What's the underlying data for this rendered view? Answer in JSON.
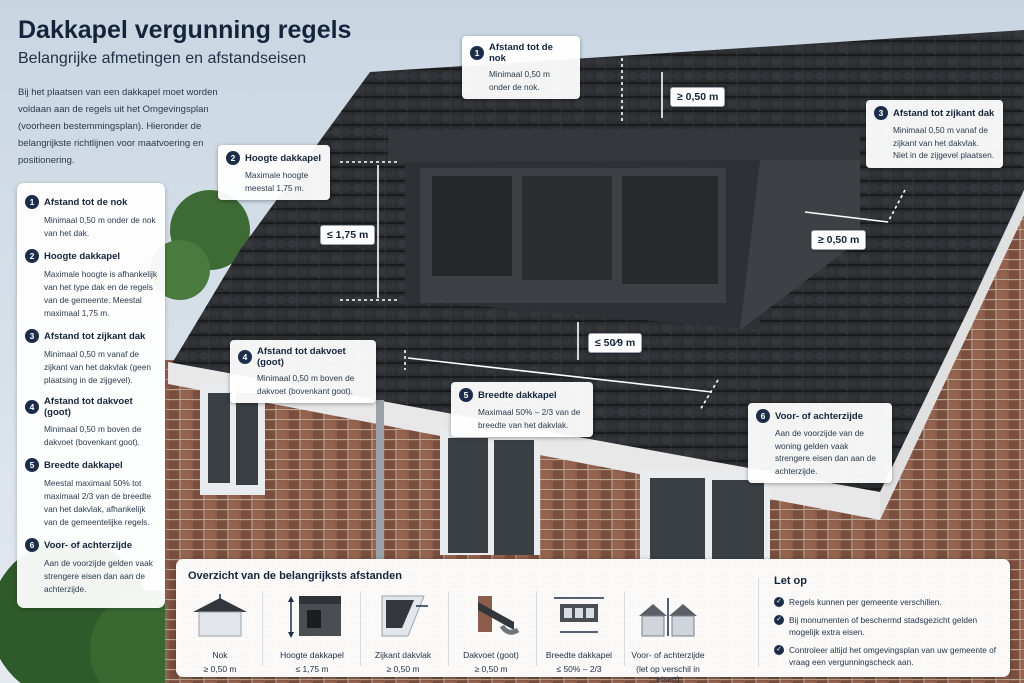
{
  "title": "Dakkapel vergunning regels",
  "subtitle": "Belangrijke afmetingen en afstandseisen",
  "intro": "Bij het plaatsen van een dakkapel moet worden voldaan aan de regels uit het Omgevingsplan (voorheen bestemmingsplan). Hieronder de belangrijkste richtlijnen voor maatvoering en positionering.",
  "side_panel": {
    "items": [
      {
        "num": "1",
        "title": "Afstand tot de nok",
        "text": "Minimaal 0,50 m onder de nok van het dak."
      },
      {
        "num": "2",
        "title": "Hoogte dakkapel",
        "text": "Maximale hoogte is afhankelijk van het type dak en de regels van de gemeente. Meestal maximaal 1,75 m."
      },
      {
        "num": "3",
        "title": "Afstand tot zijkant dak",
        "text": "Minimaal 0,50 m vanaf de zijkant van het dakvlak (geen plaatsing in de zijgevel)."
      },
      {
        "num": "4",
        "title": "Afstand tot dakvoet (goot)",
        "text": "Minimaal 0,50 m boven de dakvoet (bovenkant goot)."
      },
      {
        "num": "5",
        "title": "Breedte dakkapel",
        "text": "Meestal maximaal 50% tot maximaal 2/3 van de breedte van het dakvlak, afhankelijk van de gemeentelijke regels."
      },
      {
        "num": "6",
        "title": "Voor- of achterzijde",
        "text": "Aan de voorzijde gelden vaak strengere eisen dan aan de achterzijde."
      }
    ]
  },
  "callouts": {
    "c1": {
      "num": "1",
      "title": "Afstand tot de nok",
      "text": "Minimaal 0,50 m onder de nok."
    },
    "c2": {
      "num": "2",
      "title": "Hoogte dakkapel",
      "text": "Maximale hoogte meestal 1,75 m."
    },
    "c3": {
      "num": "3",
      "title": "Afstand tot zijkant dak",
      "text": "Minimaal 0,50 m vanaf de zijkant van het dakvlak. Niet in de zijgevel plaatsen."
    },
    "c4": {
      "num": "4",
      "title": "Afstand tot dakvoet (goot)",
      "text": "Minimaal 0,50 m boven de dakvoet (bovenkant goot)."
    },
    "c5": {
      "num": "5",
      "title": "Breedte dakkapel",
      "text": "Maximaal 50% – 2/3 van de breedte van het dakvlak."
    },
    "c6": {
      "num": "6",
      "title": "Voor- of achterzijde",
      "text": "Aan de voorzijde van de woning gelden vaak strengere eisen dan aan de achterzijde."
    }
  },
  "measures": {
    "nok": "≥ 0,50 m",
    "hoogte": "≤ 1,75 m",
    "zijkant": "≥ 0,50 m",
    "goot": "≤ 50⁄9 m"
  },
  "overview": {
    "title": "Overzicht van de belangrijksts afstanden",
    "items": [
      {
        "icon": "roof-ridge-icon",
        "label": "Nok",
        "value": "≥ 0,50 m"
      },
      {
        "icon": "dormer-height-icon",
        "label": "Hoogte dakkapel",
        "value": "≤ 1,75 m"
      },
      {
        "icon": "roof-side-icon",
        "label": "Zijkant dakvlak",
        "value": "≥ 0,50 m"
      },
      {
        "icon": "gutter-icon",
        "label": "Dakvoet (goot)",
        "value": "≥ 0,50 m"
      },
      {
        "icon": "dormer-width-icon",
        "label": "Breedte dakkapel",
        "value": "≤ 50% – 2/3"
      },
      {
        "icon": "houses-front-back-icon",
        "label": "Voor- of achterzijde",
        "value": "(let op verschil in eisen)"
      }
    ],
    "letop": {
      "title": "Let op",
      "items": [
        "Regels kunnen per gemeente verschillen.",
        "Bij monumenten of beschermd stadsgezicht gelden mogelijk extra eisen.",
        "Controleer altijd het omgevingsplan van uw gemeente of vraag een vergunningscheck aan."
      ]
    }
  },
  "colors": {
    "navy": "#1c2d4a",
    "roof": "#2b2d30",
    "brick": "#8a5b48",
    "sky": "#cfd9e3"
  }
}
